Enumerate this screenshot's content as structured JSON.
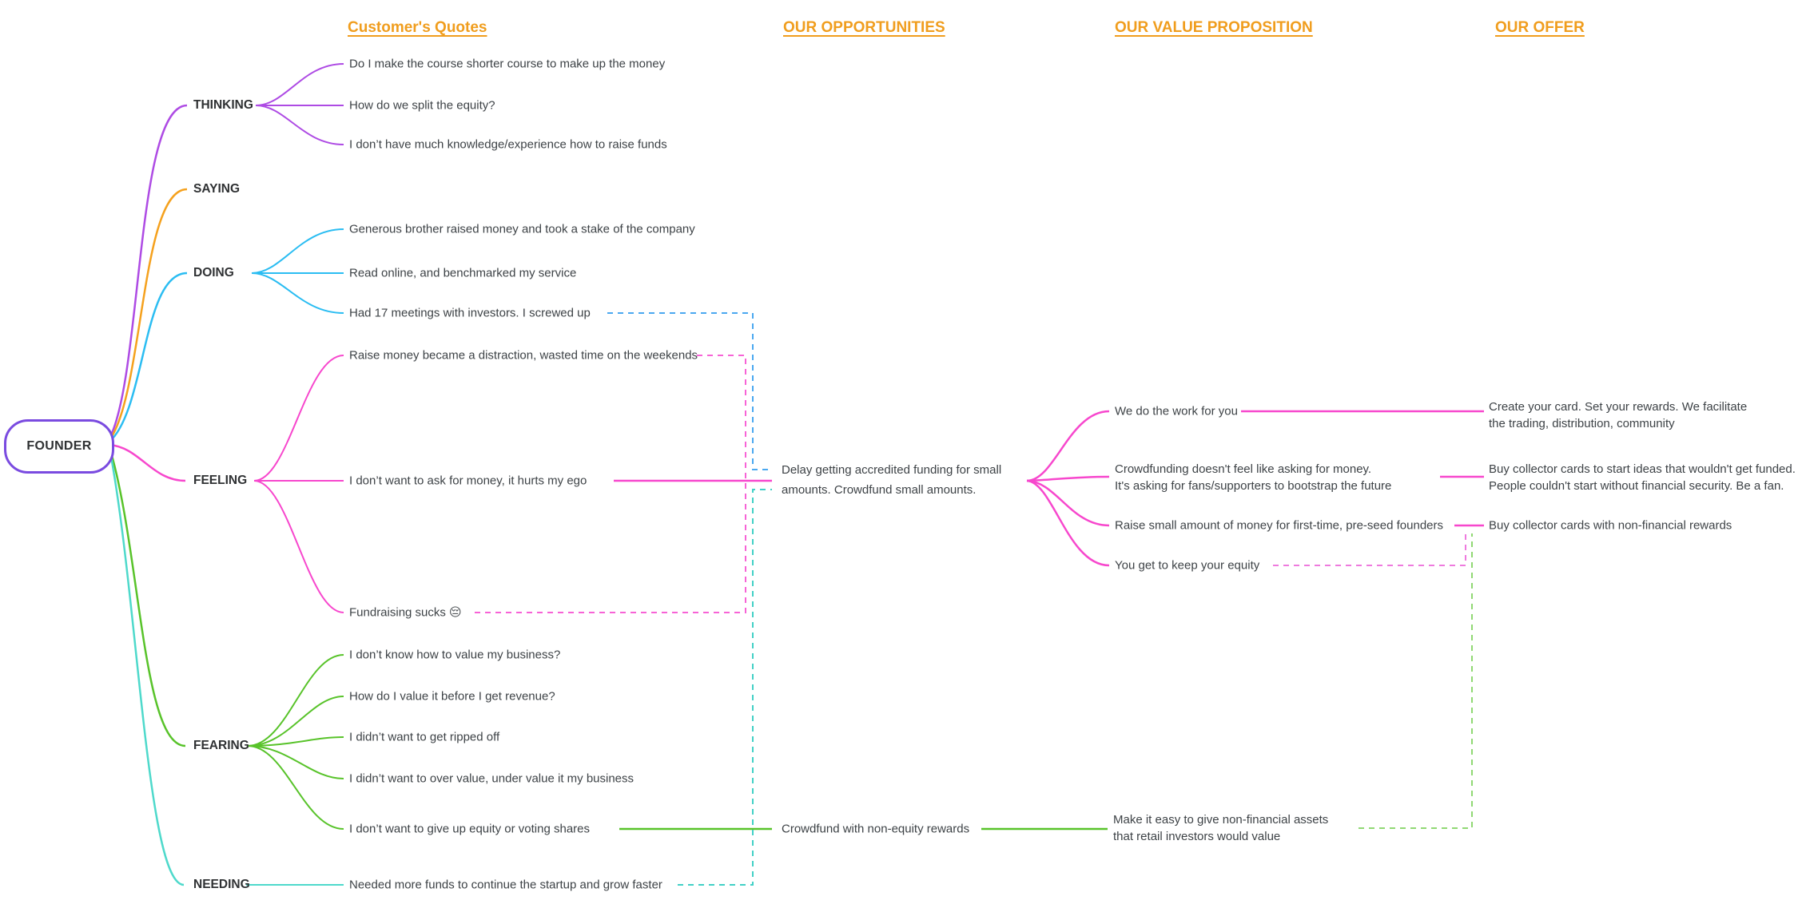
{
  "headers": {
    "customers_quotes": "Customer's Quotes",
    "opportunities": "OUR OPPORTUNITIES",
    "value_proposition": "OUR VALUE PROPOSITION",
    "offer": "OUR OFFER",
    "color": "#f09d1d"
  },
  "founder": {
    "label": "FOUNDER",
    "border_color": "#7a4be0"
  },
  "branches": [
    {
      "label": "THINKING",
      "color": "#ae4be4",
      "items": [
        "Do I make the course shorter course to make up the money",
        "How do we split the equity?",
        "I don’t have much knowledge/experience how to raise funds"
      ]
    },
    {
      "label": "SAYING",
      "color": "#f5a11d",
      "items": []
    },
    {
      "label": "DOING",
      "color": "#2bbdf2",
      "items": [
        "Generous brother raised money and took a stake of the company",
        "Read online, and benchmarked my service",
        "Had 17 meetings with investors. I screwed up"
      ]
    },
    {
      "label": "FEELING",
      "color": "#f747cd",
      "items": [
        "Raise money became a distraction, wasted time on the weekends",
        "I don’t want to ask for money, it hurts my ego",
        "Fundraising sucks 😔"
      ]
    },
    {
      "label": "FEARING",
      "color": "#58c32a",
      "items": [
        "I don’t know how to value my business?",
        "How do I value it before I get revenue?",
        "I didn’t want to get ripped off",
        "I didn’t want to over value, under value it my business",
        "I don’t want to give up equity or voting shares"
      ]
    },
    {
      "label": "NEEDING",
      "color": "#4ed9cb",
      "items": [
        "Needed more funds to continue the startup and grow faster"
      ]
    }
  ],
  "opportunities": [
    "Delay getting accredited funding for small\namounts. Crowdfund small amounts.",
    "Crowdfund with non-equity rewards"
  ],
  "value_propositions": [
    "We do the work for you",
    "Crowdfunding doesn't feel like asking for money.\nIt's asking for fans/supporters to bootstrap the future",
    "Raise small amount of money for first-time, pre-seed founders",
    "You get to keep your equity",
    "Make it easy to give non-financial assets\nthat retail investors would value"
  ],
  "offers": [
    "Create your card. Set your rewards. We facilitate\n the trading, distribution, community",
    "Buy collector cards to start ideas that wouldn't get funded.\nPeople couldn't start without financial security. Be a fan.",
    "Buy collector cards with non-financial rewards"
  ],
  "connector_colors": {
    "solid_magenta": "#f747cd",
    "solid_green": "#58c32a",
    "dashed_blue": "#4aa8f0",
    "dashed_teal": "#41d0c6",
    "dashed_magenta": "#f763d6",
    "dashed_pink": "#ee7ade",
    "dashed_green": "#90d873"
  }
}
